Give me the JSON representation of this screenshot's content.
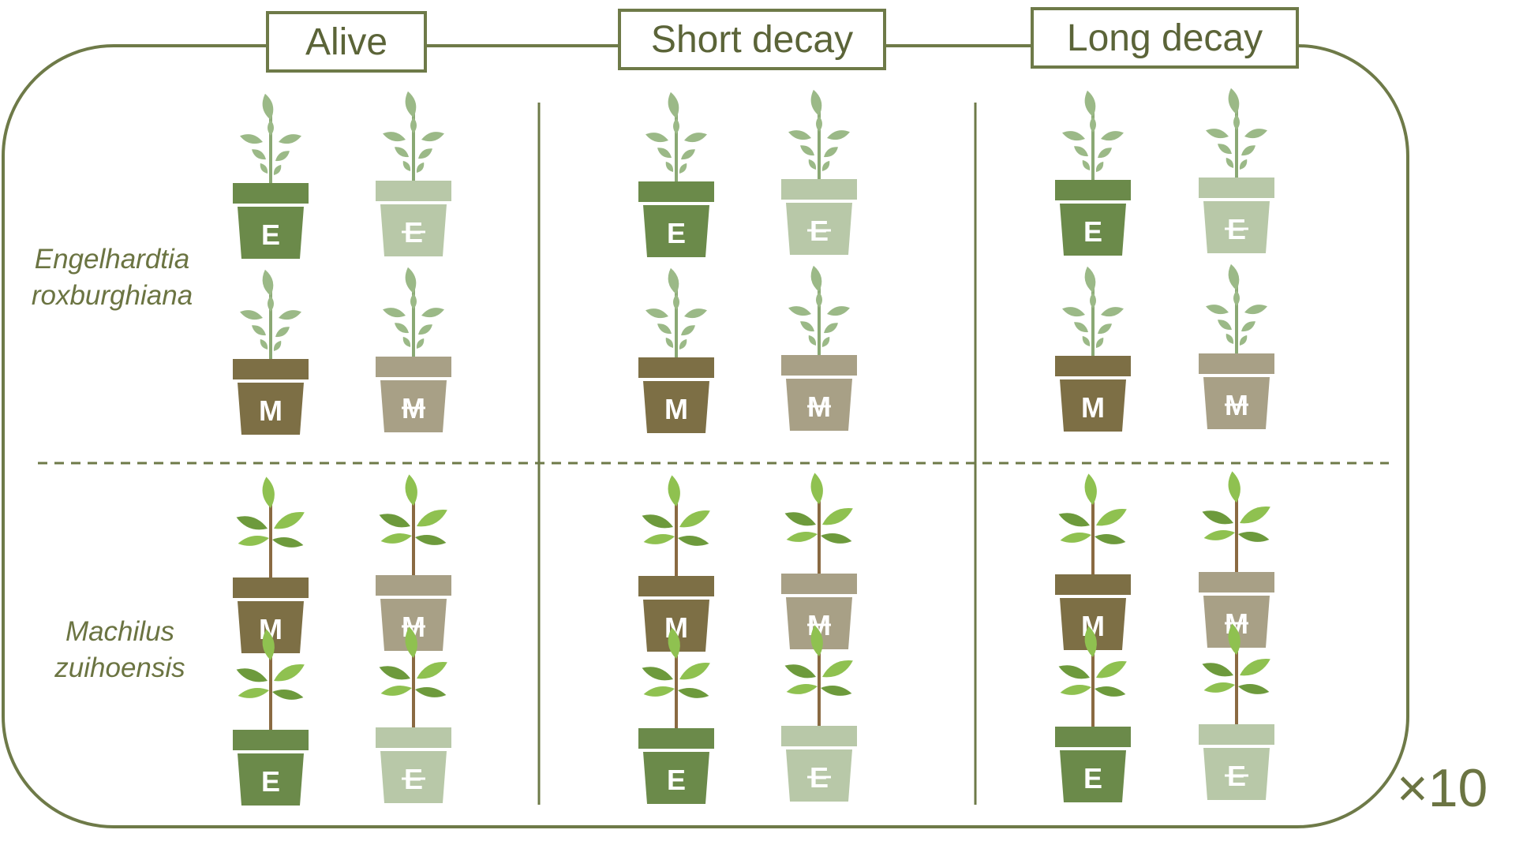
{
  "columns": [
    "Alive",
    "Short decay",
    "Long decay"
  ],
  "species": [
    {
      "line1": "Engelhardtia",
      "line2": "roxburghiana"
    },
    {
      "line1": "Machilus",
      "line2": "zuihoensis"
    }
  ],
  "pot_letters": {
    "E": "E",
    "M": "M"
  },
  "replicates": "×10",
  "colors": {
    "frame": "#6e7a48",
    "pot_E": "#6b8a4a",
    "pot_E_light": "#b8c8a8",
    "pot_M": "#7d6f45",
    "pot_M_light": "#a8a086",
    "leaf_engelhardtia": "#9bb987",
    "leaf_machilus": "#8fc150",
    "leaf_machilus_dark": "#6d9a3c",
    "stem_machilus": "#8a6a42"
  }
}
